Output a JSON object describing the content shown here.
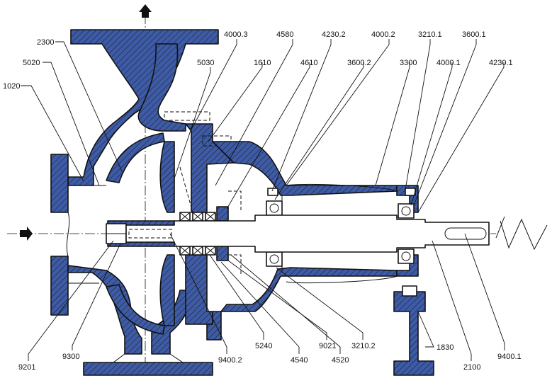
{
  "colors": {
    "section_fill": "#3D5BA6",
    "line": "#111111",
    "background": "#FFFFFF"
  },
  "flow_arrows": {
    "inlet_icon": "arrow-right",
    "outlet_icon": "arrow-up"
  },
  "parts": [
    {
      "id": "p9201",
      "label": "9201"
    },
    {
      "id": "p9300",
      "label": "9300"
    },
    {
      "id": "p9400_2",
      "label": "9400.2"
    },
    {
      "id": "p5240",
      "label": "5240"
    },
    {
      "id": "p4540",
      "label": "4540"
    },
    {
      "id": "p9021",
      "label": "9021"
    },
    {
      "id": "p4520",
      "label": "4520"
    },
    {
      "id": "p3210_2",
      "label": "3210.2"
    },
    {
      "id": "p1830",
      "label": "1830"
    },
    {
      "id": "p2100",
      "label": "2100"
    },
    {
      "id": "p9400_1",
      "label": "9400.1"
    },
    {
      "id": "p1020",
      "label": "1020"
    },
    {
      "id": "p5020",
      "label": "5020"
    },
    {
      "id": "p2300",
      "label": "2300"
    },
    {
      "id": "p5030",
      "label": "5030"
    },
    {
      "id": "p4000_3",
      "label": "4000.3"
    },
    {
      "id": "p1610",
      "label": "1610"
    },
    {
      "id": "p4580",
      "label": "4580"
    },
    {
      "id": "p4610",
      "label": "4610"
    },
    {
      "id": "p4230_2",
      "label": "4230.2"
    },
    {
      "id": "p3600_2",
      "label": "3600.2"
    },
    {
      "id": "p4000_2",
      "label": "4000.2"
    },
    {
      "id": "p3300",
      "label": "3300"
    },
    {
      "id": "p3210_1",
      "label": "3210.1"
    },
    {
      "id": "p4000_1",
      "label": "4000.1"
    },
    {
      "id": "p3600_1",
      "label": "3600.1"
    },
    {
      "id": "p4230_1",
      "label": "4230.1"
    }
  ]
}
